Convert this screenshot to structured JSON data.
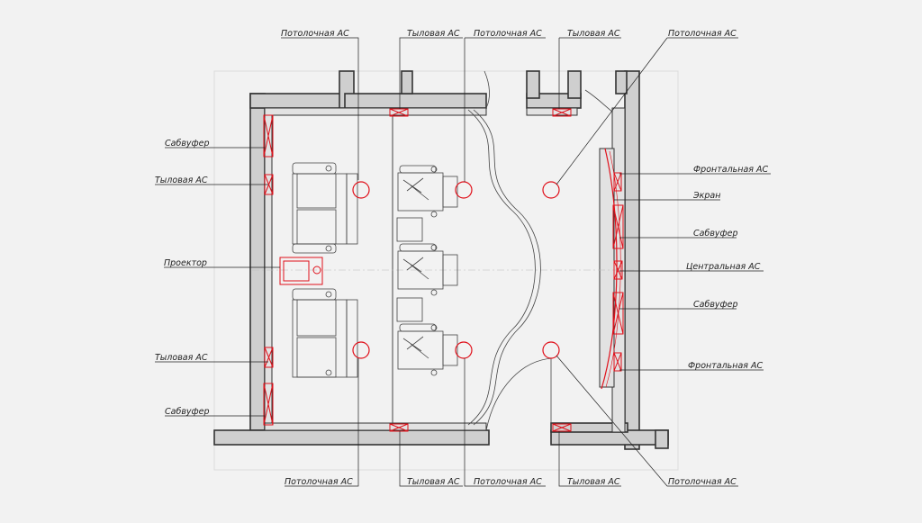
{
  "colors": {
    "accent": "#e0101a",
    "line": "#222222",
    "wall": "#cfcfcf",
    "background": "#f2f2f2"
  },
  "labels": {
    "ceiling": "Потолочная АС",
    "rear": "Тыловая АС",
    "subwoofer": "Сабвуфер",
    "projector": "Проектор",
    "front": "Фронтальная АС",
    "screen": "Экран",
    "center": "Центральная АС"
  }
}
